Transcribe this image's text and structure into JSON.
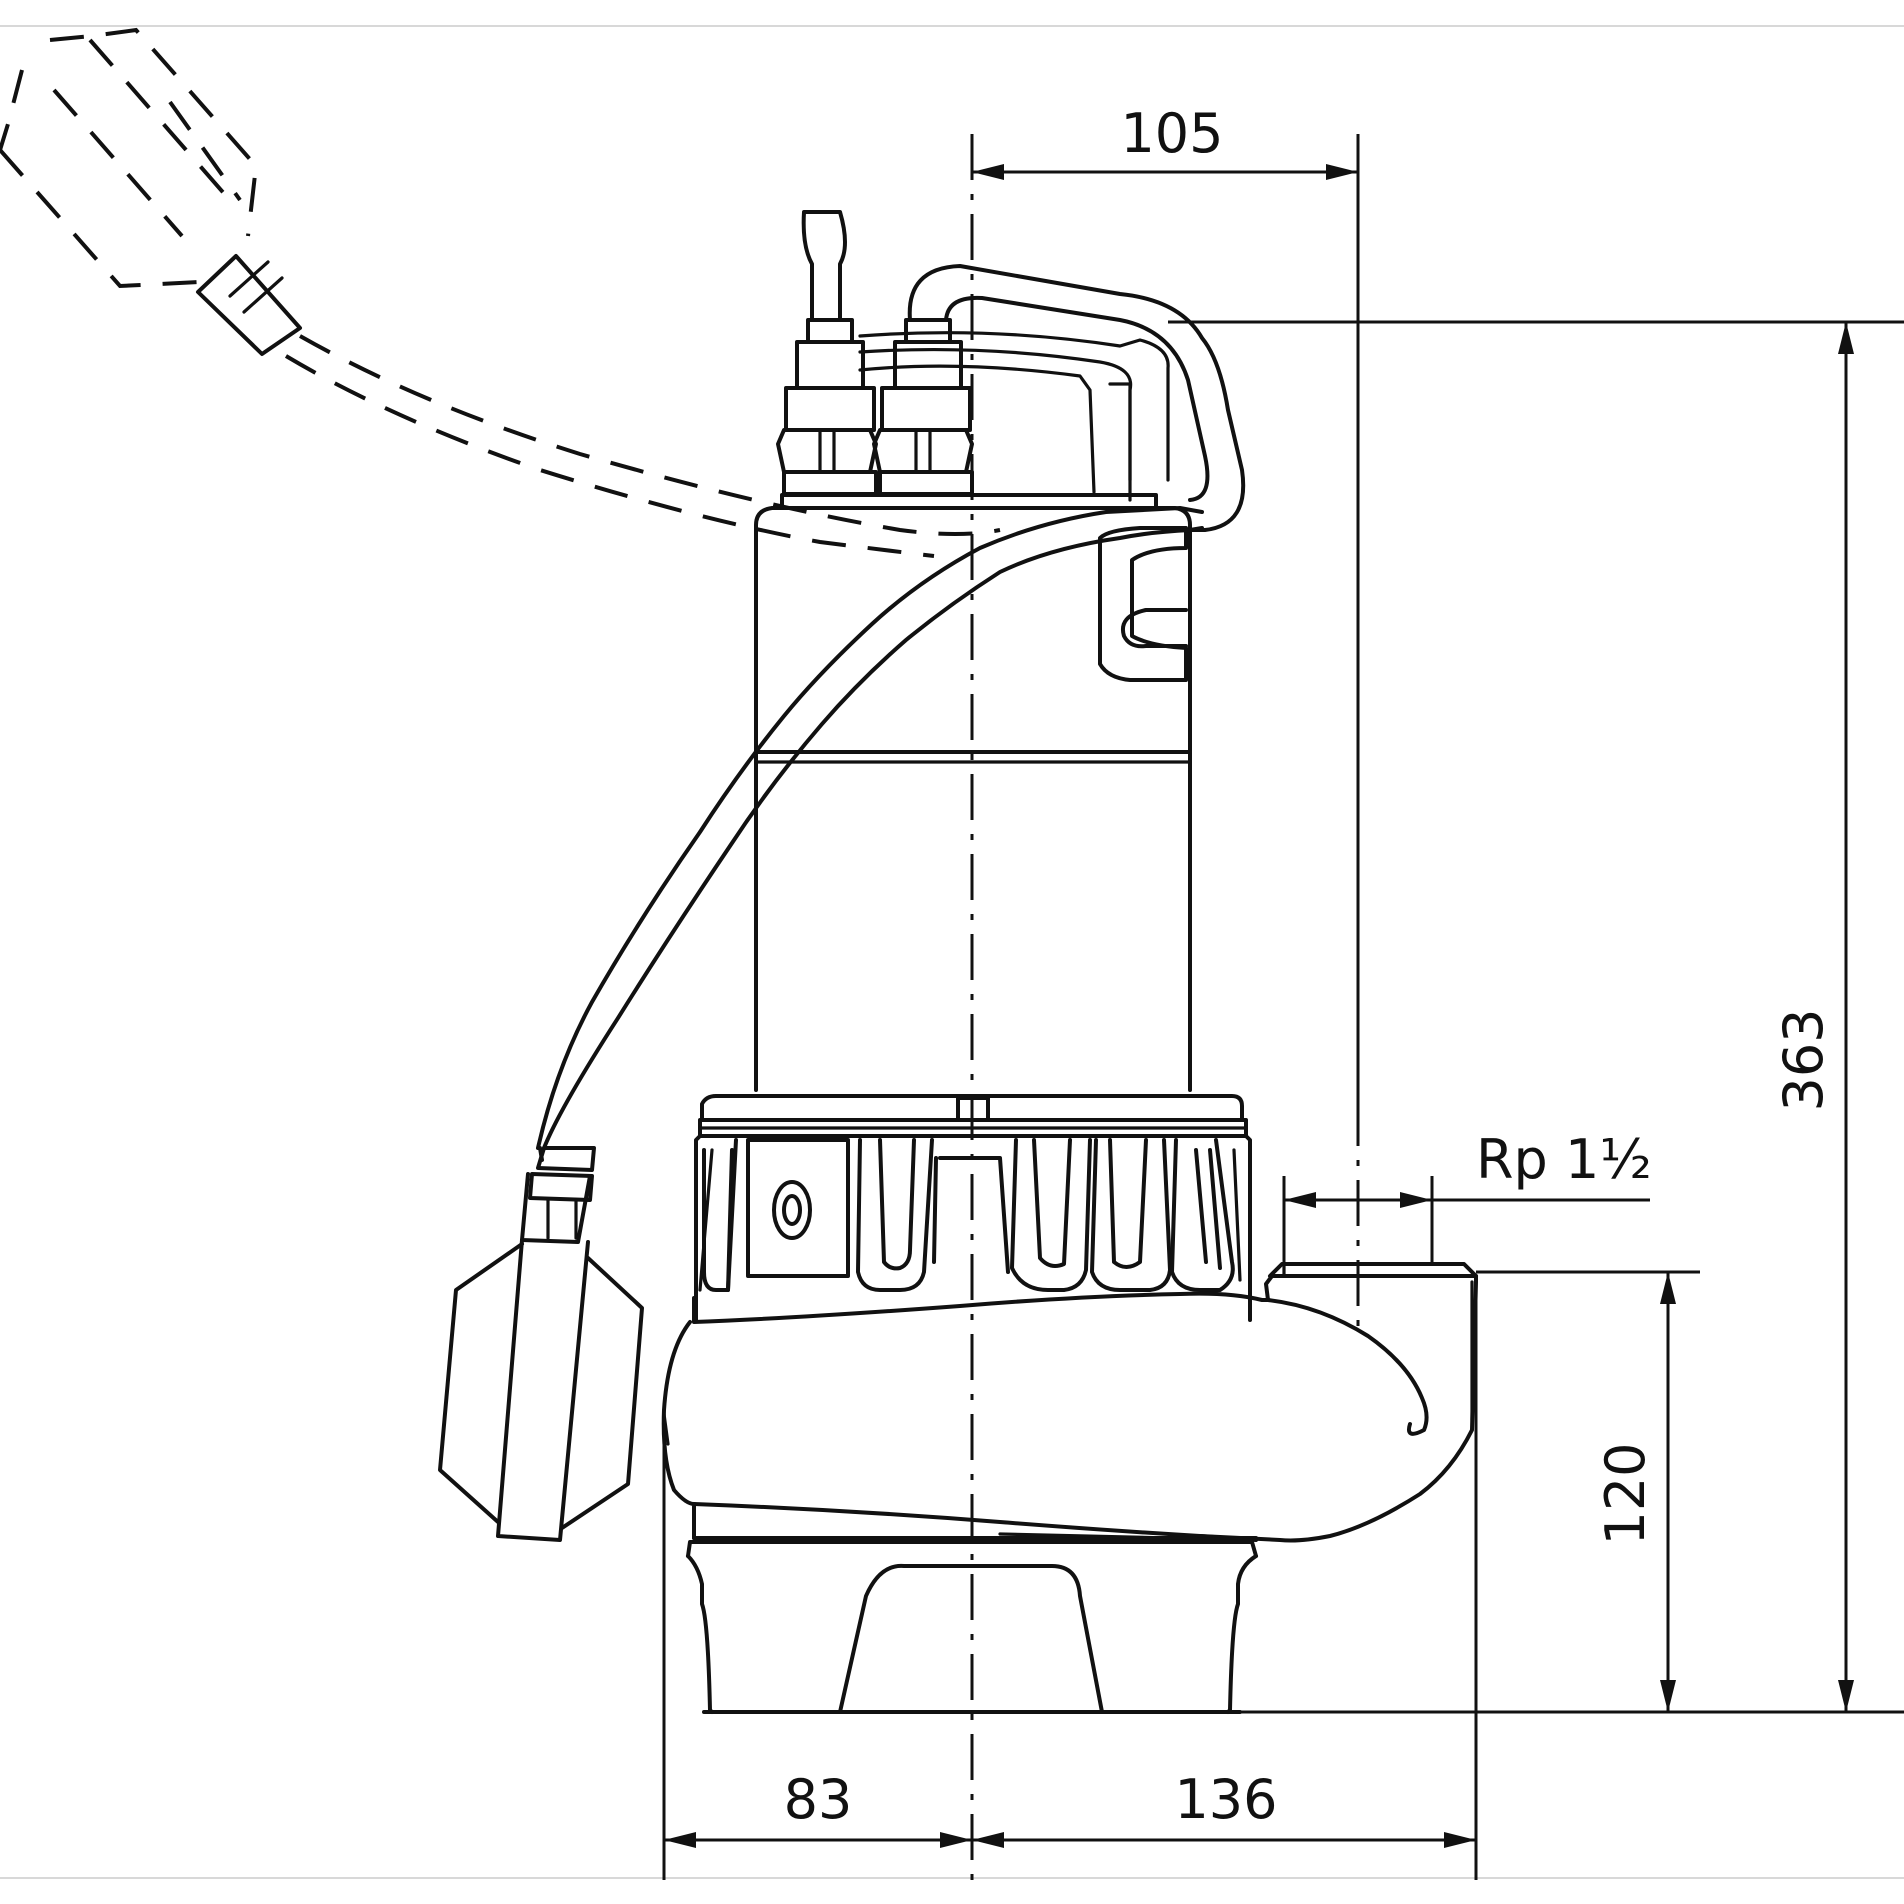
{
  "dimensions": {
    "top_width": "105",
    "overall_height": "363",
    "outlet_size": "Rp 1½",
    "outlet_height": "120",
    "left_base": "83",
    "right_base": "136"
  }
}
